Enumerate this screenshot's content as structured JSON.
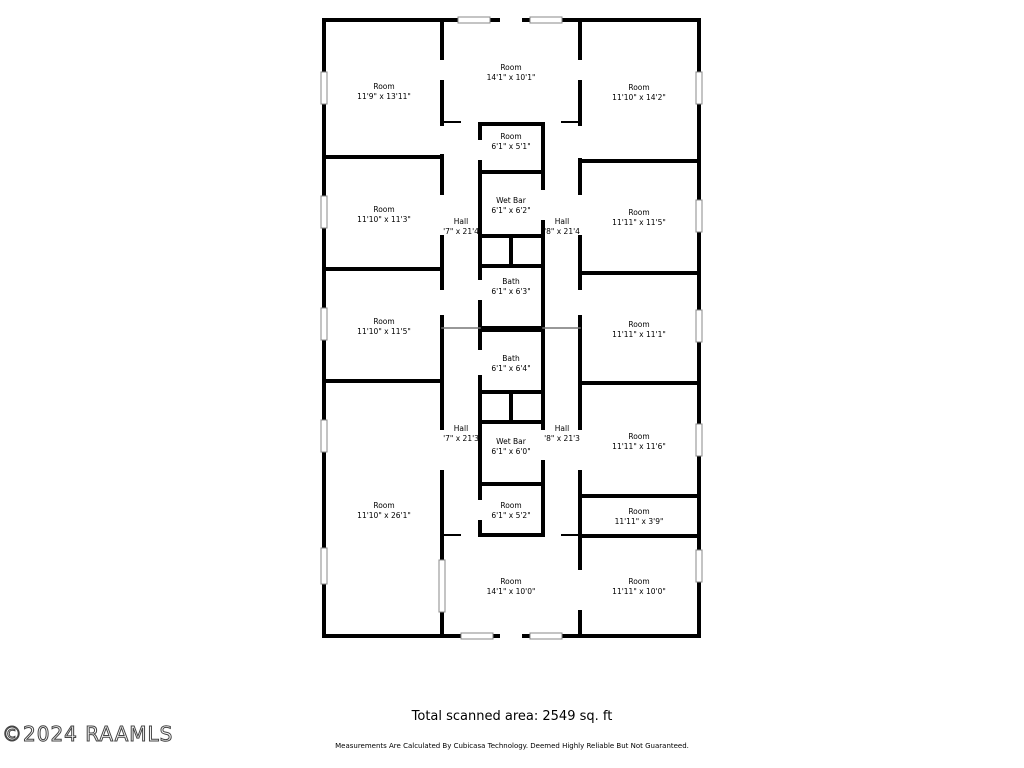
{
  "rooms": [
    {
      "id": "tl",
      "name": "Room",
      "dims": "11'9\" x 13'11\""
    },
    {
      "id": "tc",
      "name": "Room",
      "dims": "14'1\" x 10'1\""
    },
    {
      "id": "tr",
      "name": "Room",
      "dims": "11'10\" x 14'2\""
    },
    {
      "id": "l2",
      "name": "Room",
      "dims": "11'10\" x 11'3\""
    },
    {
      "id": "l3",
      "name": "Room",
      "dims": "11'10\" x 11'5\""
    },
    {
      "id": "l4",
      "name": "Room",
      "dims": "11'10\" x 26'1\""
    },
    {
      "id": "r2",
      "name": "Room",
      "dims": "11'11\" x 11'5\""
    },
    {
      "id": "r3",
      "name": "Room",
      "dims": "11'11\" x 11'1\""
    },
    {
      "id": "r4",
      "name": "Room",
      "dims": "11'11\" x 11'6\""
    },
    {
      "id": "r5",
      "name": "Room",
      "dims": "11'11\" x 3'9\""
    },
    {
      "id": "r6",
      "name": "Room",
      "dims": "11'11\" x 10'0\""
    },
    {
      "id": "bc",
      "name": "Room",
      "dims": "14'1\" x 10'0\""
    },
    {
      "id": "c1",
      "name": "Room",
      "dims": "6'1\" x 5'1\""
    },
    {
      "id": "c2",
      "name": "Wet Bar",
      "dims": "6'1\" x 6'2\""
    },
    {
      "id": "c3",
      "name": "Bath",
      "dims": "6'1\" x 6'3\""
    },
    {
      "id": "c4",
      "name": "Bath",
      "dims": "6'1\" x 6'4\""
    },
    {
      "id": "c5",
      "name": "Wet Bar",
      "dims": "6'1\" x 6'0\""
    },
    {
      "id": "c6",
      "name": "Room",
      "dims": "6'1\" x 5'2\""
    },
    {
      "id": "h1",
      "name": "Hall",
      "dims": "'7\" x 21'4"
    },
    {
      "id": "h2",
      "name": "Hall",
      "dims": "'8\" x 21'4"
    },
    {
      "id": "h3",
      "name": "Hall",
      "dims": "'7\" x 21'3"
    },
    {
      "id": "h4",
      "name": "Hall",
      "dims": "'8\" x 21'3"
    }
  ],
  "total_area": "Total scanned area: 2549 sq. ft",
  "disclaimer": "Measurements Are Calculated By Cubicasa Technology. Deemed Highly Reliable But Not Guaranteed.",
  "watermark": "©2024 RAAMLS",
  "colors": {
    "wall": "#000000",
    "window": "#999999",
    "background": "#ffffff"
  }
}
